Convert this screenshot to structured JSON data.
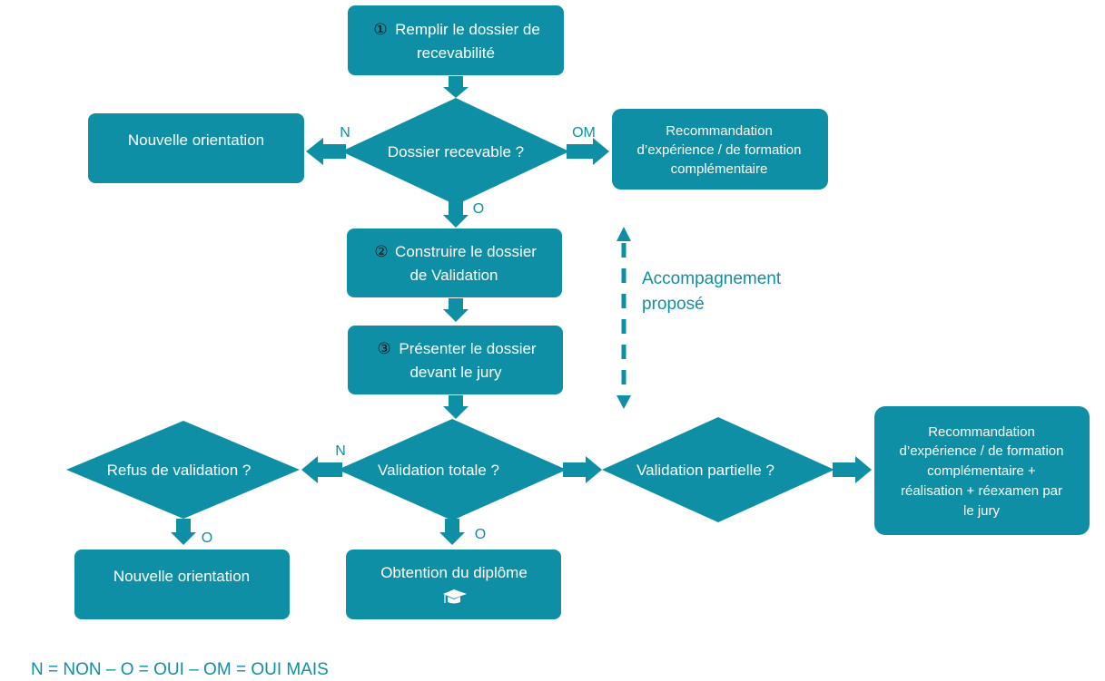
{
  "nodes": {
    "step1": {
      "number": "①",
      "line1": "Remplir le dossier de",
      "line2": "recevabilité"
    },
    "decision_recevable": {
      "label": "Dossier recevable ?"
    },
    "orientation_top": {
      "label": "Nouvelle orientation"
    },
    "recommandation_top": {
      "line1": "Recommandation",
      "line2": "d’expérience / de formation",
      "line3": "complémentaire"
    },
    "step2": {
      "number": "②",
      "line1": "Construire le dossier",
      "line2": "de Validation"
    },
    "step3": {
      "number": "③",
      "line1": "Présenter le dossier",
      "line2": "devant le jury"
    },
    "decision_totale": {
      "label": "Validation totale ?"
    },
    "decision_refus": {
      "label": "Refus de validation ?"
    },
    "decision_partielle": {
      "label": "Validation partielle ?"
    },
    "orientation_bottom": {
      "label": "Nouvelle orientation"
    },
    "diplome": {
      "label": "Obtention du diplôme"
    },
    "recommandation_bottom": {
      "line1": "Recommandation",
      "line2": "d’expérience / de formation",
      "line3": "complémentaire +",
      "line4": "réalisation + réexamen par",
      "line5": "le jury"
    }
  },
  "edge_labels": {
    "recevable_no": "N",
    "recevable_om": "OM",
    "recevable_yes": "O",
    "totale_no": "N",
    "totale_yes": "O",
    "refus_yes": "O"
  },
  "accompagnement": {
    "line1": "Accompagnement",
    "line2": "proposé"
  },
  "legend": "N = NON – O = OUI – OM = OUI MAIS",
  "colors": {
    "primary": "#0e8fa5",
    "text_on_primary": "#ffffff"
  },
  "icons": {
    "diplome": "graduation-cap-icon"
  }
}
